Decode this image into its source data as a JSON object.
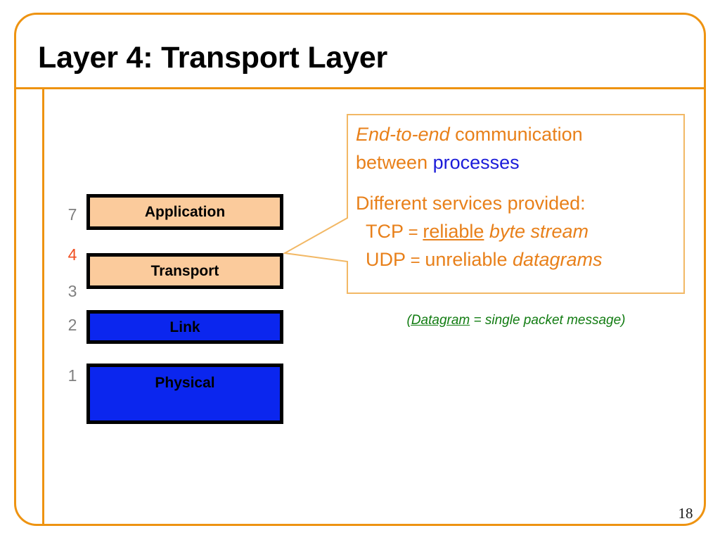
{
  "slide": {
    "title": "Layer 4: Transport Layer",
    "page_number": "18",
    "accent_color": "#EE9311",
    "text_orange": "#E8801A",
    "text_blue": "#1C1CD9",
    "text_green": "#127C12",
    "num_gray": "#7F7F7F",
    "num_highlight": "#F04E20",
    "tan_fill": "#FBCB9C",
    "blue_fill": "#0B26EE"
  },
  "layer_stack": {
    "boxes": [
      {
        "label": "Application",
        "number": "7",
        "fill": "tan",
        "highlighted_number": false
      },
      {
        "label": "Transport",
        "number": "4",
        "fill": "tan",
        "highlighted_number": true
      },
      {
        "label": "Link",
        "number": "2",
        "fill": "blue",
        "highlighted_number": false
      },
      {
        "label": "Physical",
        "number": "1",
        "fill": "blue",
        "highlighted_number": false
      }
    ],
    "extra_numbers": [
      {
        "number": "3",
        "highlighted": false
      }
    ]
  },
  "callout": {
    "line1_italic": "End-to-end",
    "line1_rest": " communication",
    "line2_start": "between ",
    "line2_blue": "processes",
    "line3": "Different services provided:",
    "tcp_name": "TCP",
    "tcp_eq": " = ",
    "tcp_underlined": "reliable",
    "tcp_italic": " byte stream",
    "udp_name": "UDP",
    "udp_eq": " = ",
    "udp_plain": "unreliable ",
    "udp_italic": "datagrams"
  },
  "green_note": {
    "open_paren": "(",
    "term": "Datagram",
    "definition": " = single packet message)"
  }
}
